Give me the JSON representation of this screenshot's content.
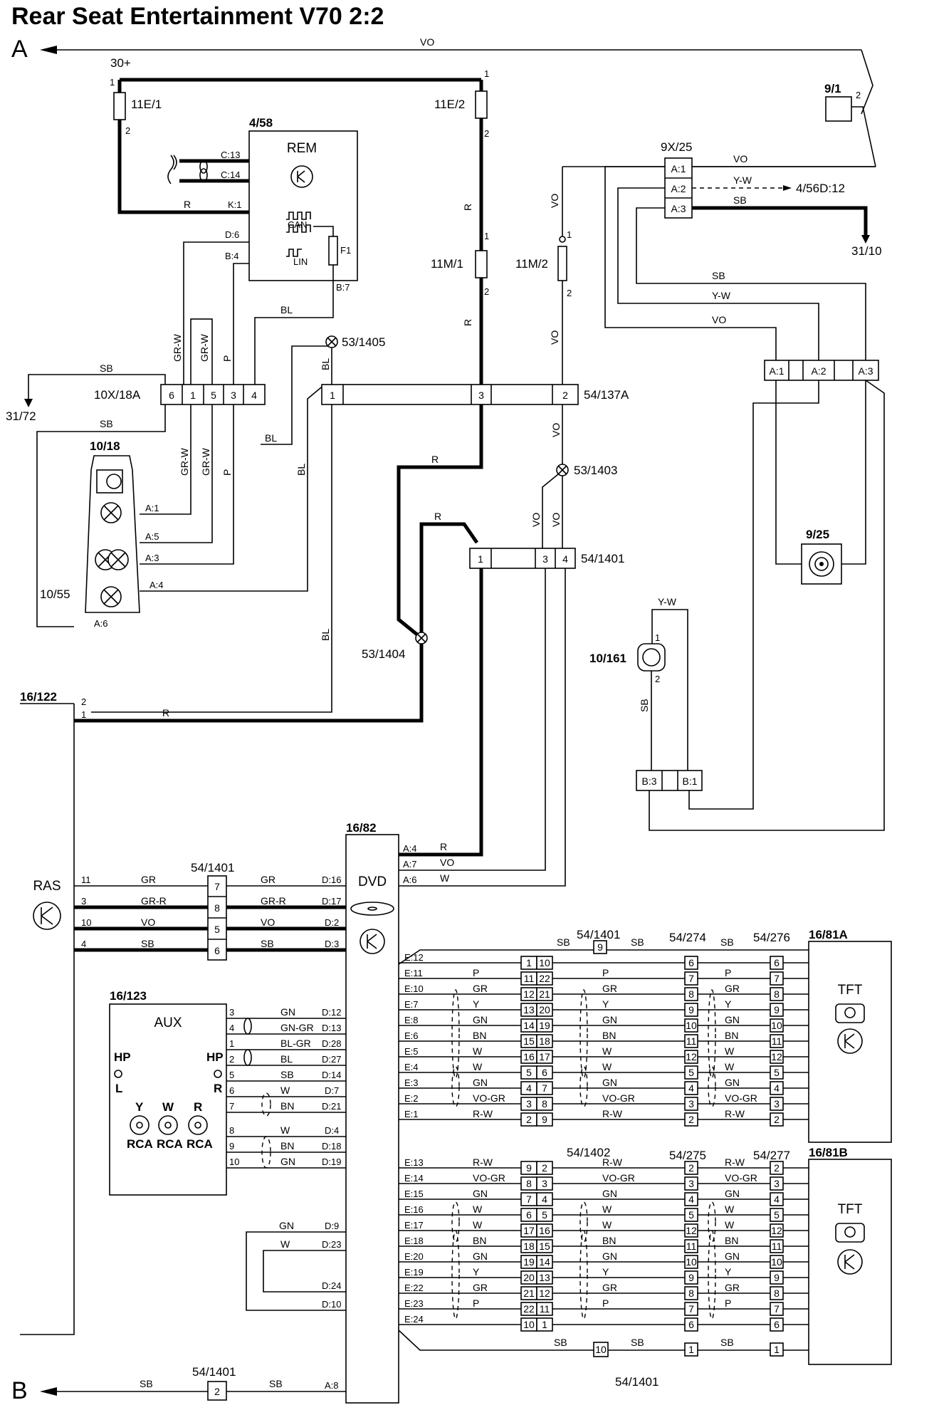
{
  "title": "Rear Seat Entertainment V70 2:2",
  "refs": {
    "a": "A",
    "b": "B"
  },
  "top": {
    "ps": "30+",
    "f1": "11E/1",
    "f2": "11E/2",
    "f3": "11M/1",
    "f4": "11M/2",
    "n91": "9/1",
    "c9x": "9X/25",
    "to456": "4/56D:12",
    "g3110": "31/10",
    "g3172": "31/72",
    "sp1405": "53/1405",
    "sp1403": "53/1403",
    "sp1404": "53/1404",
    "c54137": "54/137A",
    "c541401": "54/1401",
    "c10x18": "10X/18A"
  },
  "rem": {
    "id": "4/58",
    "name": "REM",
    "can": "CAN",
    "lin": "LIN",
    "f1": "F1"
  },
  "panel": {
    "id": "10/18",
    "sub": "10/55"
  },
  "antenna": {
    "id": "9/25"
  },
  "lamp": {
    "id": "10/161"
  },
  "dvd": {
    "id": "16/82",
    "name": "DVD"
  },
  "ras": {
    "id": "16/122",
    "name": "RAS"
  },
  "aux": {
    "id": "16/123",
    "name": "AUX",
    "hp": "HP",
    "l": "L",
    "r": "R",
    "rca": "RCA",
    "y": "Y",
    "w": "W",
    "rr": "R"
  },
  "tftA": {
    "id": "16/81A",
    "name": "TFT"
  },
  "tftB": {
    "id": "16/81B",
    "name": "TFT"
  },
  "conn": {
    "c274": "54/274",
    "c276": "54/276",
    "c1402": "54/1402",
    "c275": "54/275",
    "c277": "54/277"
  },
  "wires": {
    "vo": "VO",
    "r": "R",
    "bl": "BL",
    "sb": "SB",
    "p": "P",
    "grw": "GR-W",
    "yw": "Y-W",
    "gr": "GR",
    "grr": "GR-R",
    "gn": "GN",
    "gngr": "GN-GR",
    "blgr": "BL-GR",
    "w": "W",
    "bn": "BN",
    "y": "Y",
    "vogr": "VO-GR",
    "rw": "R-W"
  }
}
